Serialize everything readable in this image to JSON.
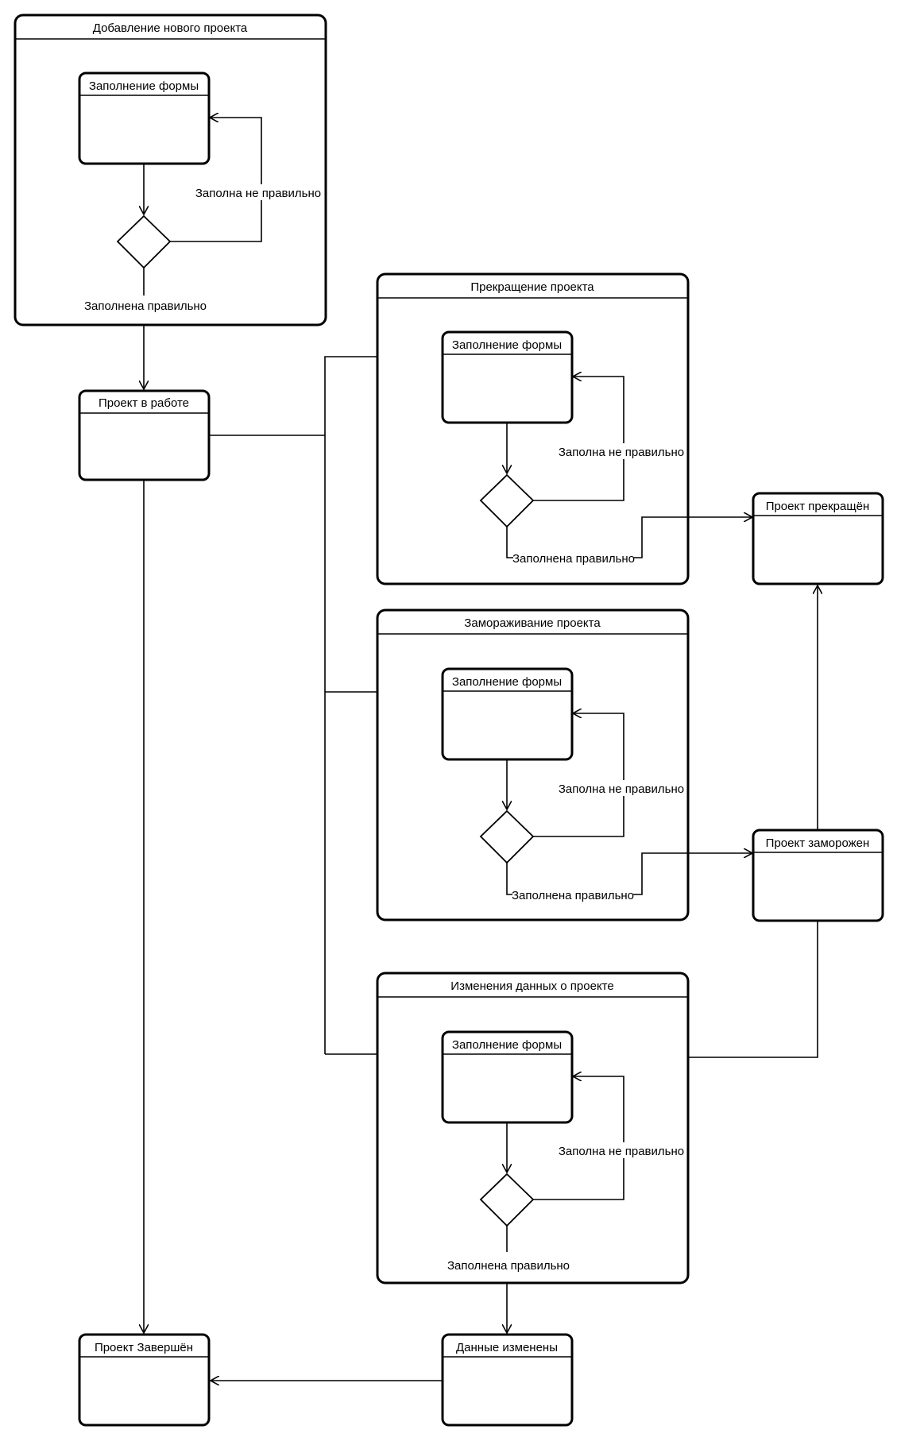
{
  "diagram": {
    "composite_states": {
      "add_project": {
        "title": "Добавление нового проекта",
        "inner": "Заполнение формы",
        "retry_label": "Заполна не правильно",
        "ok_label": "Заполнена правильно"
      },
      "terminate_project": {
        "title": "Прекращение проекта",
        "inner": "Заполнение формы",
        "retry_label": "Заполна не правильно",
        "ok_label": "Заполнена правильно"
      },
      "freeze_project": {
        "title": "Замораживание проекта",
        "inner": "Заполнение формы",
        "retry_label": "Заполна не правильно",
        "ok_label": "Заполнена правильно"
      },
      "change_project_data": {
        "title": "Изменения данных о проекте",
        "inner": "Заполнение формы",
        "retry_label": "Заполна не правильно",
        "ok_label": "Заполнена правильно"
      }
    },
    "states": {
      "in_progress": "Проект в работе",
      "terminated": "Проект прекращён",
      "frozen": "Проект заморожен",
      "completed": "Проект Завершён",
      "data_changed": "Данные изменены"
    }
  }
}
